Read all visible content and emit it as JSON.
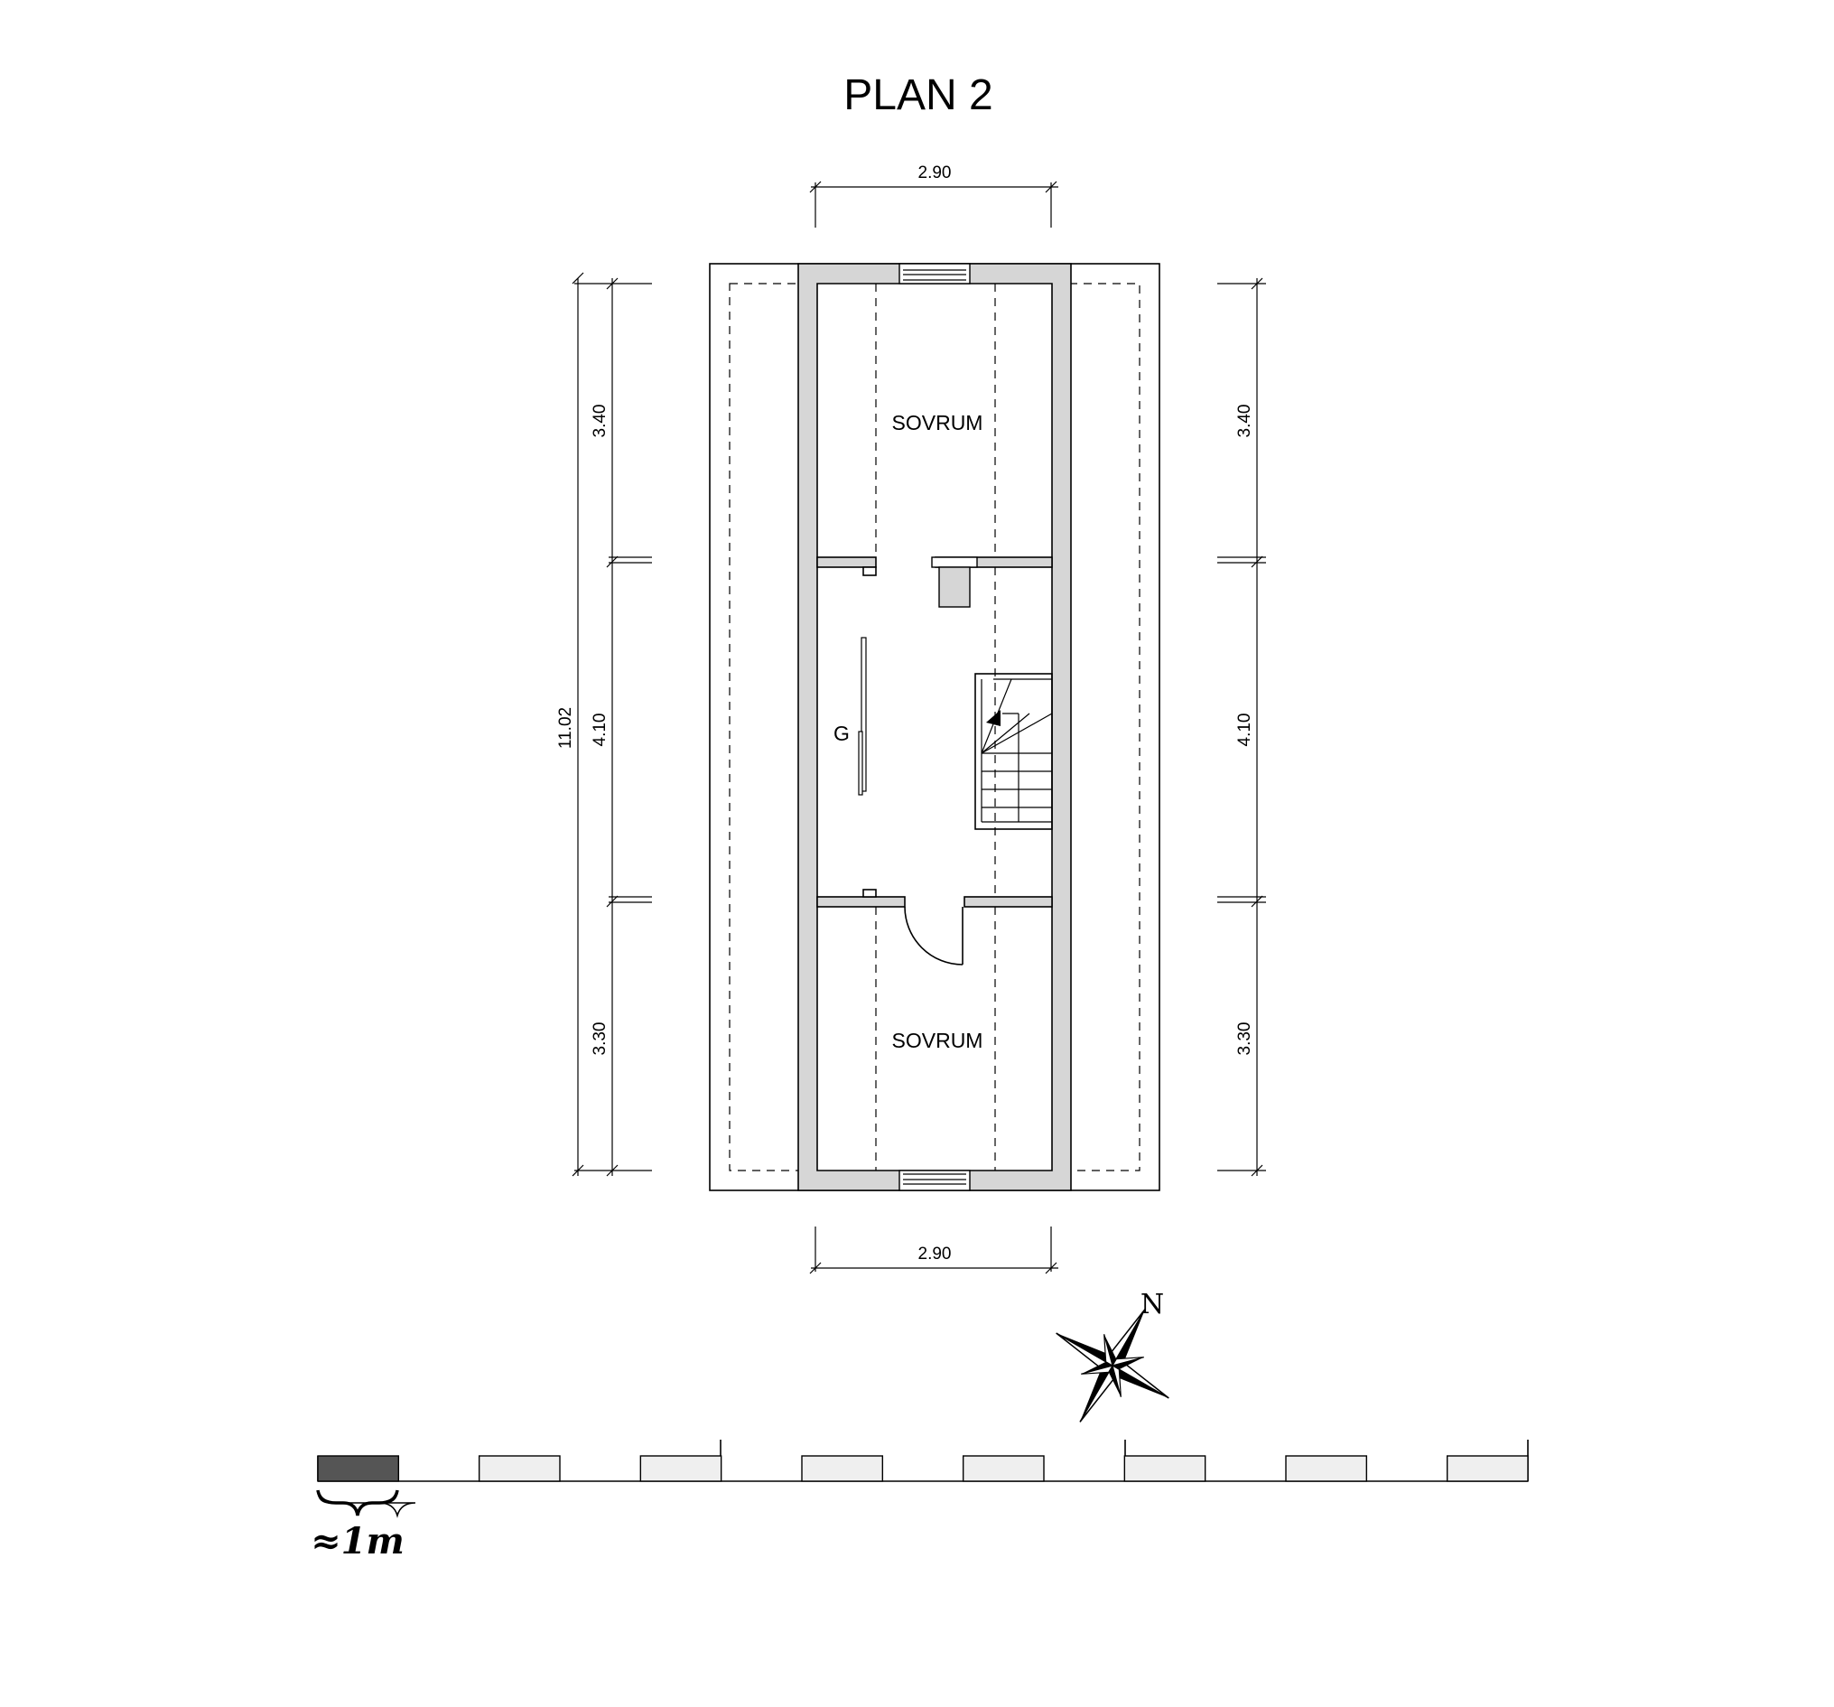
{
  "plan": {
    "title": "PLAN 2",
    "dimensions": {
      "top_width": "2.90",
      "bottom_width": "2.90",
      "left_total": "11.02",
      "left_seg_1": "3.40",
      "left_seg_2": "4.10",
      "left_seg_3": "3.30",
      "right_seg_1": "3.40",
      "right_seg_2": "4.10",
      "right_seg_3": "3.30"
    },
    "rooms": {
      "bedroom_top": "SOVRUM",
      "bedroom_bottom": "SOVRUM",
      "hall": "G"
    },
    "compass": {
      "label": "N"
    },
    "scale_bar": {
      "label": "≈1m",
      "segments": 15
    },
    "colors": {
      "wall_fill": "#d6d6d6",
      "scale_dark": "#555555",
      "scale_light": "#efefef"
    }
  }
}
